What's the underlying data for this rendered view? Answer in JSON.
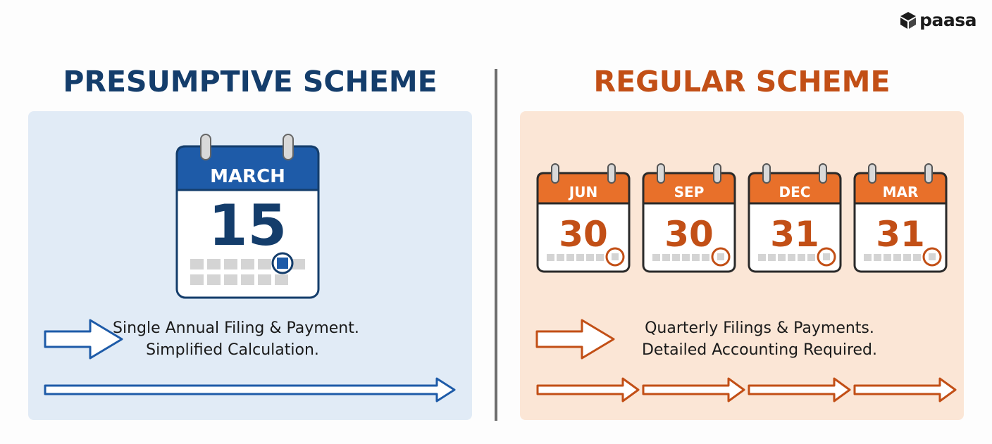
{
  "brand": {
    "name": "paasa",
    "icon": "cube-logo-icon"
  },
  "presumptive": {
    "title": "PRESUMPTIVE SCHEME",
    "accent": "#143d6b",
    "calendar": {
      "month": "MARCH",
      "day": "15"
    },
    "caption_line1": "Single Annual Filing & Payment.",
    "caption_line2": "Simplified Calculation."
  },
  "regular": {
    "title": "REGULAR SCHEME",
    "accent": "#e8702a",
    "calendars": [
      {
        "month": "JUN",
        "day": "30"
      },
      {
        "month": "SEP",
        "day": "30"
      },
      {
        "month": "DEC",
        "day": "31"
      },
      {
        "month": "MAR",
        "day": "31"
      }
    ],
    "caption_line1": "Quarterly Filings & Payments.",
    "caption_line2": "Detailed Accounting Required."
  }
}
